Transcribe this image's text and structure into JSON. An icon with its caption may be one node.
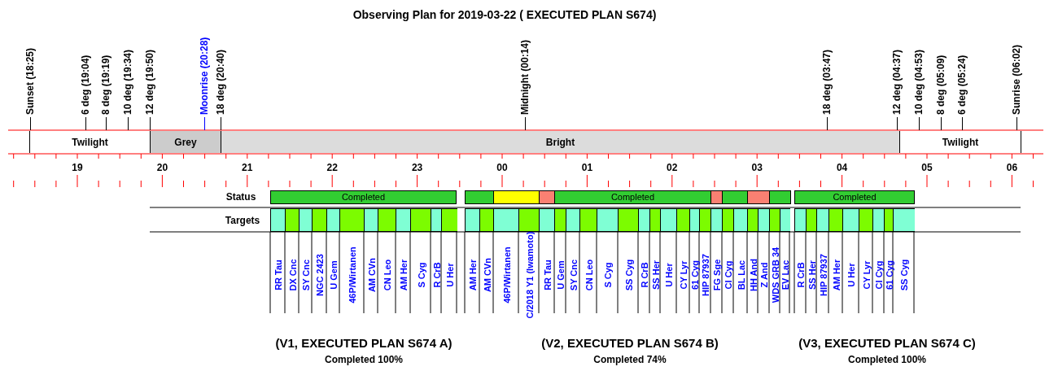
{
  "diagram": {
    "title": "Observing Plan for 2019-03-22 ( EXECUTED PLAN S674)",
    "nodes": [
      {
        "text": [
          "Twilight"
        ]
      },
      {
        "text": [
          "Grey"
        ]
      },
      {
        "text": [
          "Bright"
        ]
      },
      {
        "text": [
          "Twilight"
        ]
      },
      {
        "text": [
          "Completed"
        ]
      },
      {
        "text": [],
        "shape": "bar"
      },
      {
        "text": [],
        "shape": "bar"
      },
      {
        "text": [],
        "shape": "bar"
      },
      {
        "text": [
          "Completed"
        ]
      },
      {
        "text": [],
        "shape": "bar"
      },
      {
        "text": [],
        "shape": "bar"
      },
      {
        "text": [],
        "shape": "bar"
      },
      {
        "text": [],
        "shape": "bar"
      },
      {
        "text": [
          "Completed"
        ]
      },
      {
        "text": [],
        "shape": "box",
        "beside": [
          "RR Tau"
        ]
      },
      {
        "text": [],
        "shape": "box",
        "beside": [
          "DX Cnc"
        ]
      },
      {
        "text": [],
        "shape": "box",
        "beside": [
          "SY Cnc"
        ]
      },
      {
        "text": [],
        "shape": "box",
        "beside": [
          "NGC 2423"
        ]
      },
      {
        "text": [],
        "shape": "box",
        "beside": [
          "U Gem"
        ]
      },
      {
        "text": [],
        "shape": "box",
        "beside": [
          "46P/Wirtanen"
        ]
      },
      {
        "text": [],
        "shape": "box",
        "beside": [
          "AM CVn"
        ]
      },
      {
        "text": [],
        "shape": "box",
        "beside": [
          "CN Leo"
        ]
      },
      {
        "text": [],
        "shape": "box",
        "beside": [
          "AM Her"
        ]
      },
      {
        "text": [],
        "shape": "box",
        "beside": [
          "S Cyg"
        ]
      },
      {
        "text": [],
        "shape": "box",
        "beside": [
          "R CrB"
        ]
      },
      {
        "text": [],
        "shape": "box",
        "beside": [
          "U Her"
        ]
      },
      {
        "text": [],
        "shape": "box",
        "beside": [
          "AM Her"
        ]
      },
      {
        "text": [],
        "shape": "box",
        "beside": [
          "AM CVn"
        ]
      },
      {
        "text": [],
        "shape": "box",
        "beside": [
          "46P/Wirtanen"
        ]
      },
      {
        "text": [],
        "shape": "box",
        "beside": [
          "C/2018 Y1 (Iwamoto)"
        ]
      },
      {
        "text": [],
        "shape": "box",
        "beside": [
          "RR Tau"
        ]
      },
      {
        "text": [],
        "shape": "box",
        "beside": [
          "U Gem"
        ]
      },
      {
        "text": [],
        "shape": "box",
        "beside": [
          "SY Cnc"
        ]
      },
      {
        "text": [],
        "shape": "box",
        "beside": [
          "CN Leo"
        ]
      },
      {
        "text": [],
        "shape": "box",
        "beside": [
          "S Cyg"
        ]
      },
      {
        "text": [],
        "shape": "box",
        "beside": [
          "SS Cyg"
        ]
      },
      {
        "text": [],
        "shape": "box",
        "beside": [
          "R CrB"
        ]
      },
      {
        "text": [],
        "shape": "box",
        "beside": [
          "SS Her"
        ]
      },
      {
        "text": [],
        "shape": "box",
        "beside": [
          "U Her"
        ]
      },
      {
        "text": [],
        "shape": "box",
        "beside": [
          "CY Lyr"
        ]
      },
      {
        "text": [],
        "shape": "box",
        "beside": [
          "61 Cyg"
        ]
      },
      {
        "text": [],
        "shape": "box",
        "beside": [
          "HIP 87937"
        ]
      },
      {
        "text": [],
        "shape": "box",
        "beside": [
          "FG Sge"
        ]
      },
      {
        "text": [],
        "shape": "box",
        "beside": [
          "CI Cyg"
        ]
      },
      {
        "text": [],
        "shape": "box",
        "beside": [
          "BL Lac"
        ]
      },
      {
        "text": [],
        "shape": "box",
        "beside": [
          "HH And"
        ]
      },
      {
        "text": [],
        "shape": "box",
        "beside": [
          "Z And"
        ]
      },
      {
        "text": [],
        "shape": "box",
        "beside": [
          "WDS GRB 34"
        ]
      },
      {
        "text": [],
        "shape": "box",
        "beside": [
          "EV Lac"
        ]
      },
      {
        "text": [],
        "shape": "box",
        "beside": [
          "R CrB"
        ]
      },
      {
        "text": [],
        "shape": "box",
        "beside": [
          "SS Her"
        ]
      },
      {
        "text": [],
        "shape": "box",
        "beside": [
          "HIP 87937"
        ]
      },
      {
        "text": [],
        "shape": "box",
        "beside": [
          "AM Her"
        ]
      },
      {
        "text": [],
        "shape": "box",
        "beside": [
          "U Her"
        ]
      },
      {
        "text": [],
        "shape": "box",
        "beside": [
          "CY Lyr"
        ]
      },
      {
        "text": [],
        "shape": "box",
        "beside": [
          "CI Cyg"
        ]
      },
      {
        "text": [],
        "shape": "box",
        "beside": [
          "61 Cyg"
        ]
      },
      {
        "text": [],
        "shape": "box",
        "beside": [
          "SS Cyg"
        ]
      }
    ],
    "labels": [
      "Sunset (18:25)",
      "6 deg (19:04)",
      "8 deg (19:19)",
      "10 deg (19:34)",
      "12 deg (19:50)",
      "Moonrise (20:28)",
      "18 deg (20:40)",
      "Midnight (00:14)",
      "18 deg (03:47)",
      "12 deg (04:37)",
      "10 deg (04:53)",
      "8 deg (05:09)",
      "6 deg (05:24)",
      "Sunrise (06:02)",
      "19",
      "20",
      "21",
      "22",
      "23",
      "00",
      "01",
      "02",
      "03",
      "04",
      "05",
      "06",
      "Status",
      "Targets",
      "(V1, EXECUTED PLAN S674 A)",
      "Completed 100%",
      "(V2, EXECUTED PLAN S674 B)",
      "Completed 74%",
      "(V3, EXECUTED PLAN S674 C)",
      "Completed 100%"
    ]
  }
}
